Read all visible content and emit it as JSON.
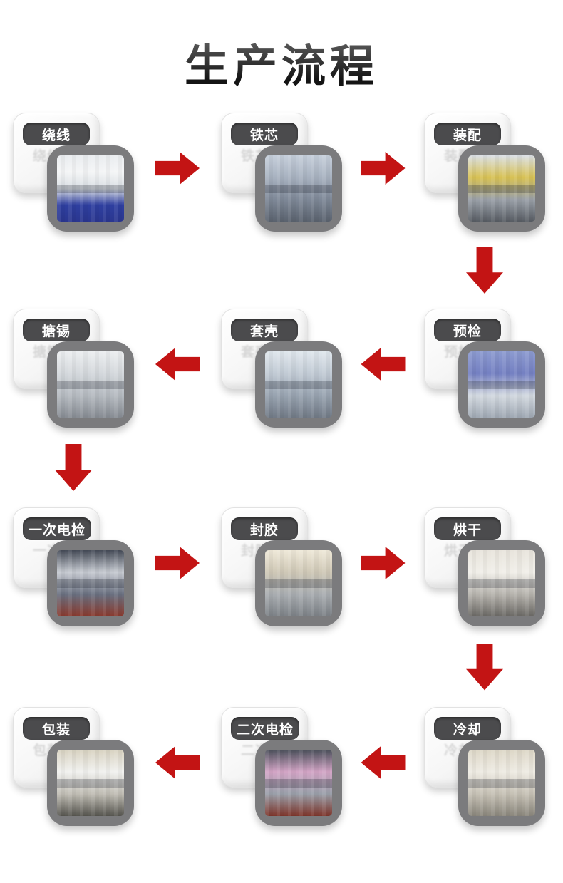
{
  "page": {
    "title": "生产流程"
  },
  "colors": {
    "background": "#ffffff",
    "title_color": "#232323",
    "arrow_red": "#c31414",
    "label_pill_bg": "#4b4b4d",
    "label_text": "#ffffff",
    "photo_frame_gray": "#7b7b7d",
    "card_white": "#f6f6f6"
  },
  "steps": [
    {
      "order": 1,
      "label": "绕线",
      "photo": "winding-machine-photo",
      "photo_colors": [
        "#e9ecef",
        "#f4f5f6",
        "#d9dee3",
        "#2f3fa0",
        "#2a368f"
      ]
    },
    {
      "order": 2,
      "label": "铁芯",
      "photo": "core-assembly-machine-photo",
      "photo_colors": [
        "#c6cfdb",
        "#a8b2c0",
        "#7e8897",
        "#5a626e"
      ]
    },
    {
      "order": 3,
      "label": "装配",
      "photo": "assembly-line-photo",
      "photo_colors": [
        "#dbe0e6",
        "#d8c254",
        "#9aa0a8",
        "#575c63"
      ]
    },
    {
      "order": 4,
      "label": "预检",
      "photo": "pre-inspection-tester-photo",
      "photo_colors": [
        "#8d9bd0",
        "#7480c2",
        "#d3d9e0",
        "#9fa8b3"
      ]
    },
    {
      "order": 5,
      "label": "套壳",
      "photo": "casing-machine-photo",
      "photo_colors": [
        "#e0e7ed",
        "#c2cbd5",
        "#98a3b0",
        "#717a86"
      ]
    },
    {
      "order": 6,
      "label": "搪锡",
      "photo": "tinning-machine-photo",
      "photo_colors": [
        "#eceef0",
        "#d4d8dc",
        "#b5bac0",
        "#878c93"
      ]
    },
    {
      "order": 7,
      "label": "一次电检",
      "photo": "first-electric-test-photo",
      "photo_colors": [
        "#454b57",
        "#c6cad1",
        "#697080",
        "#8a3a2e"
      ]
    },
    {
      "order": 8,
      "label": "封胶",
      "photo": "glue-sealing-machine-photo",
      "photo_colors": [
        "#efe9d9",
        "#cfc8b6",
        "#a9adb1",
        "#7c8186"
      ]
    },
    {
      "order": 9,
      "label": "烘干",
      "photo": "drying-oven-photo",
      "photo_colors": [
        "#e8e4dc",
        "#f1efe9",
        "#b6b3ad",
        "#6b6965"
      ]
    },
    {
      "order": 10,
      "label": "冷却",
      "photo": "cooling-bed-photo",
      "photo_colors": [
        "#ddd7c7",
        "#eeebe3",
        "#c6c1b5",
        "#8a867c"
      ]
    },
    {
      "order": 11,
      "label": "二次电检",
      "photo": "second-electric-test-photo",
      "photo_colors": [
        "#4c515c",
        "#d3a5c6",
        "#9aa0aa",
        "#7e352b"
      ]
    },
    {
      "order": 12,
      "label": "包装",
      "photo": "packing-table-photo",
      "photo_colors": [
        "#d8d2c1",
        "#f1f1ef",
        "#c0bdb4",
        "#56554f"
      ]
    }
  ],
  "connectors": [
    {
      "from": "绕线",
      "to": "铁芯",
      "direction": "right"
    },
    {
      "from": "铁芯",
      "to": "装配",
      "direction": "right"
    },
    {
      "from": "装配",
      "to": "预检",
      "direction": "down"
    },
    {
      "from": "预检",
      "to": "套壳",
      "direction": "left"
    },
    {
      "from": "套壳",
      "to": "搪锡",
      "direction": "left"
    },
    {
      "from": "搪锡",
      "to": "一次电检",
      "direction": "down"
    },
    {
      "from": "一次电检",
      "to": "封胶",
      "direction": "right"
    },
    {
      "from": "封胶",
      "to": "烘干",
      "direction": "right"
    },
    {
      "from": "烘干",
      "to": "冷却",
      "direction": "down"
    },
    {
      "from": "冷却",
      "to": "二次电检",
      "direction": "left"
    },
    {
      "from": "二次电检",
      "to": "包装",
      "direction": "left"
    }
  ]
}
